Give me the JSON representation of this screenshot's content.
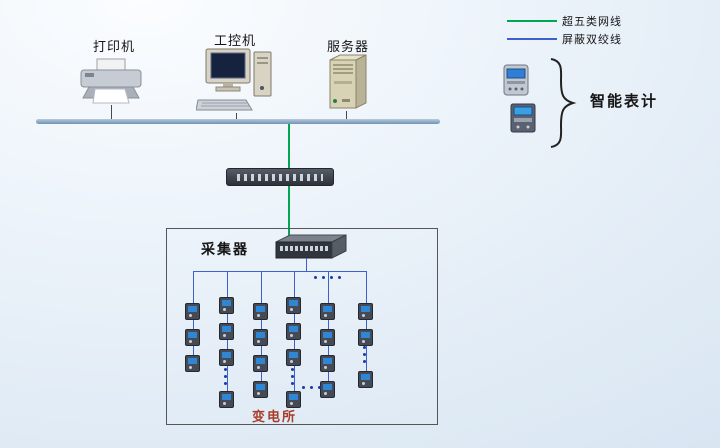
{
  "legend": {
    "cat5e_label": "超五类网线",
    "stp_label": "屏蔽双绞线"
  },
  "devices": {
    "printer_label": "打印机",
    "ipc_label": "工控机",
    "server_label": "服务器"
  },
  "smart_meter": {
    "label": "智能表计"
  },
  "substation": {
    "collector_label": "采集器",
    "name_label": "变电所"
  },
  "colors": {
    "cat5e_line": "#00a651",
    "stp_line": "#3d5fd0",
    "ethernet_bus": "#7f9fbe",
    "substation_label": "#a93c28"
  }
}
